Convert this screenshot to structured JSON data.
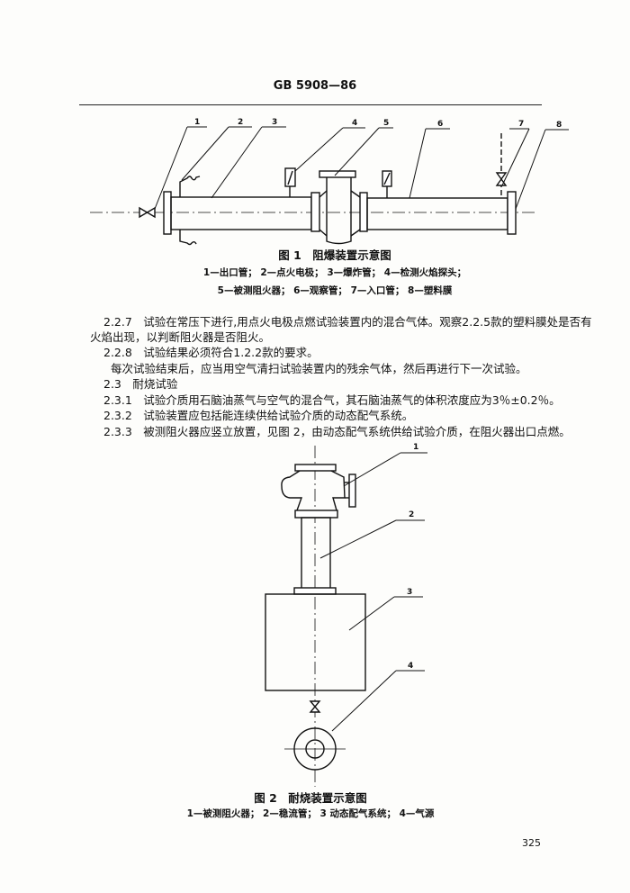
{
  "header": "GB 5908—86",
  "figure1": {
    "labels": [
      "1",
      "2",
      "3",
      "4",
      "5",
      "6",
      "7",
      "8"
    ],
    "caption": "图 1　阻爆装置示意图",
    "legend_line1": "1—出口管； 2—点火电极； 3—爆炸管； 4—检测火焰探头；",
    "legend_line2": "5—被测阻火器； 6—观察管； 7—入口管； 8—塑料膜"
  },
  "paragraphs": [
    {
      "text": "2.2.7　试验在常压下进行,用点火电极点燃试验装置内的混合气体。观察2.2.5款的塑料膜处是否有"
    },
    {
      "text": "火焰出现，以判断阻火器是否阻火。"
    },
    {
      "text": "2.2.8　试验结果必须符合1.2.2款的要求。"
    },
    {
      "text": "每次试验结束后，应当用空气清扫试验装置内的残余气体，然后再进行下一次试验。"
    },
    {
      "text": "2.3　耐烧试验"
    },
    {
      "text": "2.3.1　试验介质用石脑油蒸气与空气的混合气，其石脑油蒸气的体积浓度应为3％±0.2％。"
    },
    {
      "text": "2.3.2　试验装置应包括能连续供给试验介质的动态配气系统。"
    },
    {
      "text": "2.3.3　被测阻火器应竖立放置，见图 2，由动态配气系统供给试验介质，在阻火器出口点燃。"
    }
  ],
  "figure2": {
    "labels": [
      "1",
      "2",
      "3",
      "4"
    ],
    "caption": "图 2　耐烧装置示意图",
    "legend": "1—被测阻火器； 2—稳流管； 3 动态配气系统； 4—气源"
  },
  "page_number": "325"
}
